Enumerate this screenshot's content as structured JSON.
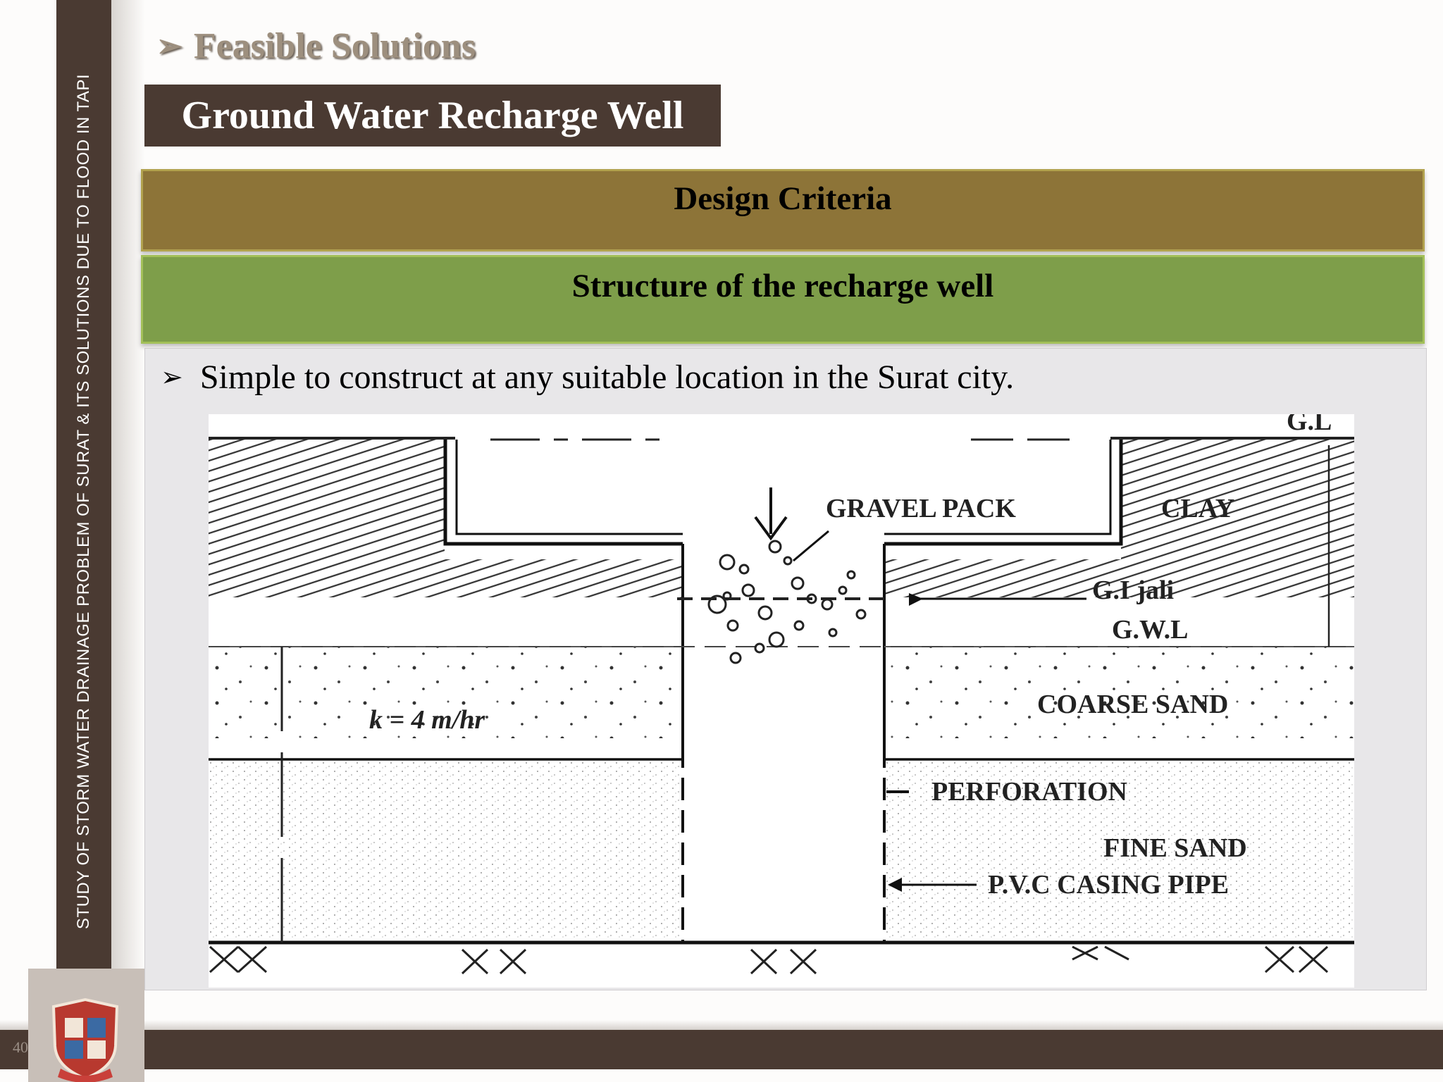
{
  "sidebar": {
    "vertical_text": "STUDY OF STORM WATER DRAINAGE PROBLEM OF SURAT & ITS SOLUTIONS DUE TO FLOOD IN  TAPI",
    "page_number": "40"
  },
  "heading": {
    "arrow": "➢",
    "text": "Feasible Solutions"
  },
  "title": "Ground Water Recharge Well",
  "bands": {
    "design": "Design Criteria",
    "structure": "Structure of the recharge well"
  },
  "bullet": {
    "arrow": "➢",
    "text": "Simple to construct at any suitable location in the Surat city."
  },
  "figure": {
    "labels": {
      "gl": "G.L",
      "gravel_pack": "GRAVEL PACK",
      "clay": "CLAY",
      "gi_jali": "G.I jali",
      "gwl": "G.W.L",
      "coarse_sand": "COARSE SAND",
      "k_value": "k = 4 m/hr",
      "perforation": "PERFORATION",
      "fine_sand": "FINE SAND",
      "pvc_casing": "P.V.C CASING PIPE"
    }
  }
}
